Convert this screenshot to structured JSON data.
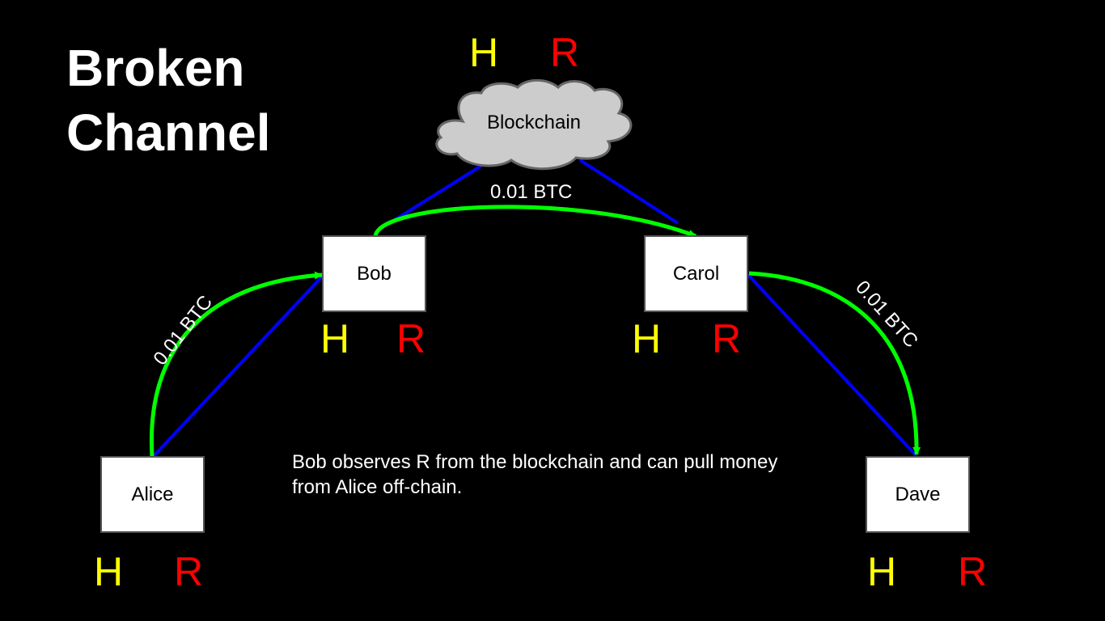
{
  "title": {
    "line1": "Broken",
    "line2": "Channel"
  },
  "blockchain": {
    "label": "Blockchain"
  },
  "nodes": {
    "alice": "Alice",
    "bob": "Bob",
    "carol": "Carol",
    "dave": "Dave"
  },
  "markers": {
    "h": "H",
    "r": "R"
  },
  "amounts": {
    "alice_bob": "0.01 BTC",
    "bob_carol": "0.01 BTC",
    "carol_dave": "0.01 BTC"
  },
  "caption": "Bob observes R from the blockchain and can pull money from Alice off-chain.",
  "colors": {
    "background": "#000000",
    "hash_marker": "#ffff00",
    "preimage_marker": "#ff0000",
    "payment_arrow": "#00ff00",
    "channel_line": "#0000ff",
    "cloud_fill": "#cccccc"
  }
}
